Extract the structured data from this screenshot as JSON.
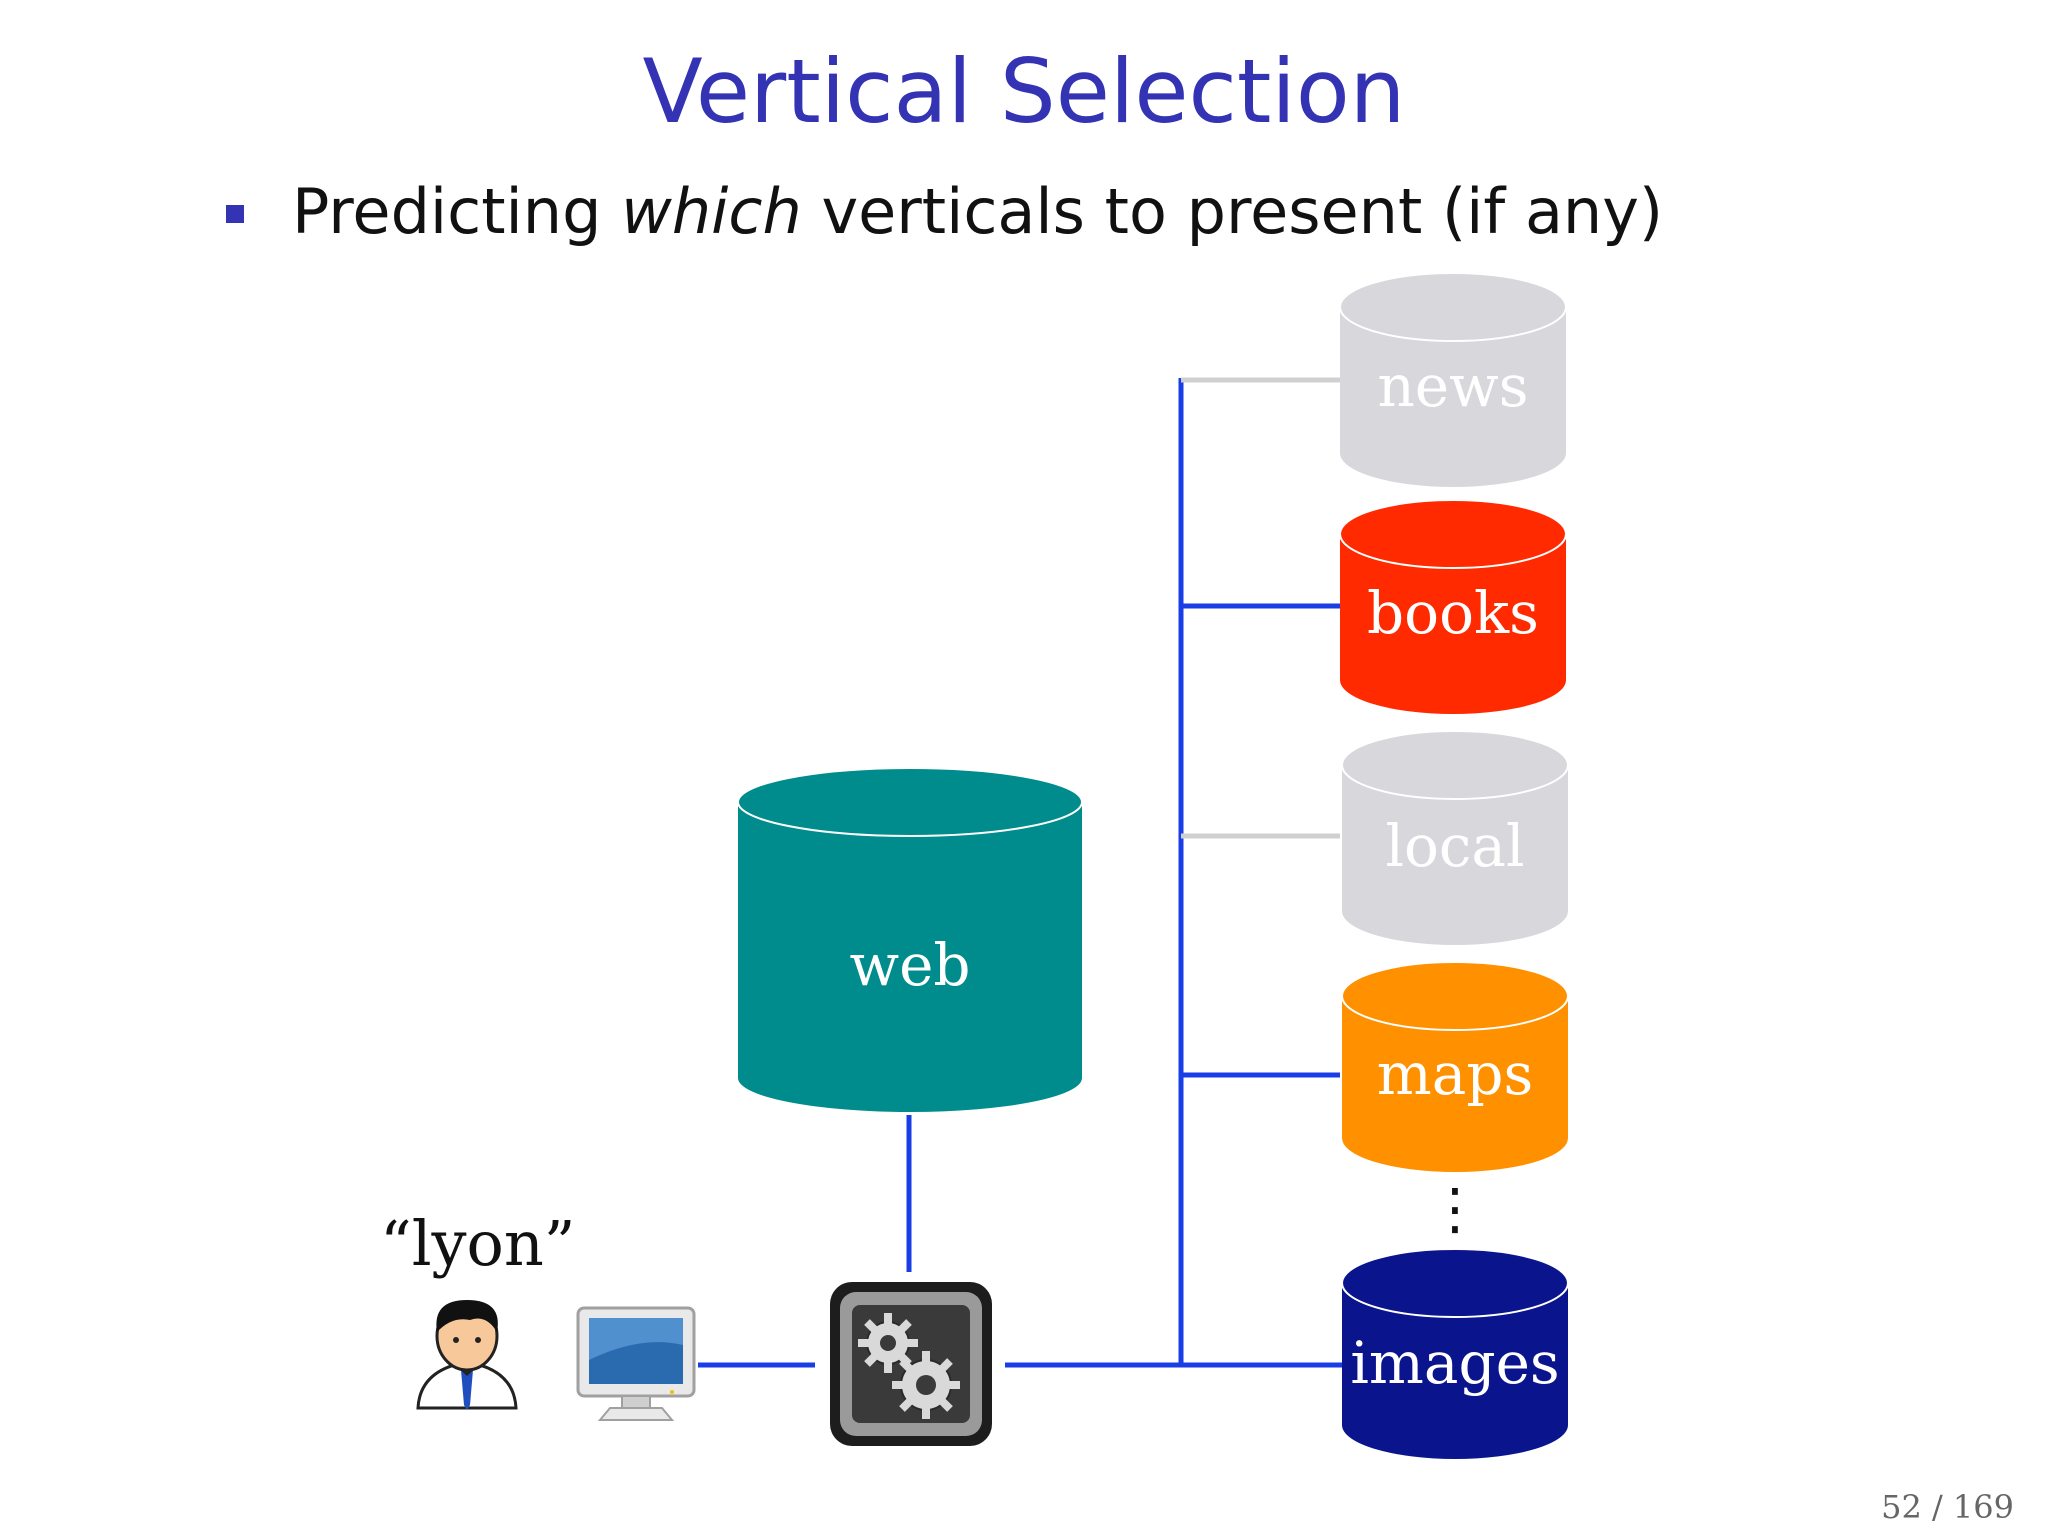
{
  "slide": {
    "title": "Vertical Selection",
    "bullet": {
      "before": "Predicting ",
      "emphasis": "which",
      "after": " verticals to present (if any)"
    },
    "page_number": "52 / 169"
  },
  "diagram": {
    "query": "“lyon”",
    "web_db_label": "web",
    "verticals": [
      {
        "label": "news",
        "color": "#d8d7dc",
        "selected": false
      },
      {
        "label": "books",
        "color": "#ff2a00",
        "selected": true
      },
      {
        "label": "local",
        "color": "#d8d7dc",
        "selected": false
      },
      {
        "label": "maps",
        "color": "#ff9000",
        "selected": true
      },
      {
        "label": "images",
        "color": "#0a148c",
        "selected": true
      }
    ],
    "ellipsis": "⋮",
    "colors": {
      "title": "#3333b3",
      "web_db": "#008c8c",
      "connector_active": "#1a3ee6",
      "connector_inactive": "#d0d0d0"
    },
    "icons": [
      "user-icon",
      "monitor-icon",
      "gears-icon"
    ]
  }
}
